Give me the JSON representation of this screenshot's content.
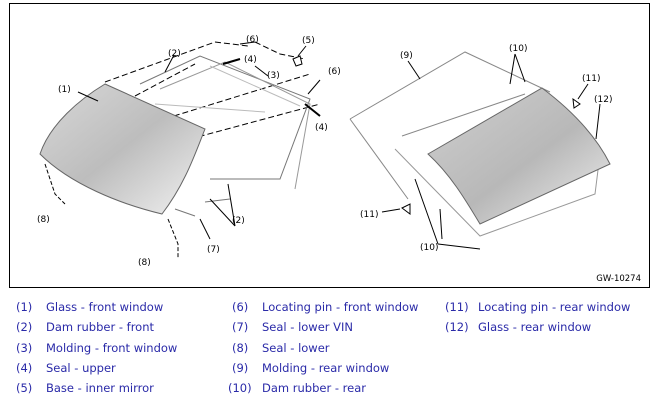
{
  "figure": {
    "code": "GW-10274",
    "callouts": {
      "front": [
        "(1)",
        "(2)",
        "(3)",
        "(4)",
        "(5)",
        "(6)",
        "(7)",
        "(8)"
      ],
      "rear": [
        "(9)",
        "(10)",
        "(11)",
        "(12)"
      ]
    }
  },
  "legend": [
    {
      "num": "(1)",
      "text": "Glass - front window"
    },
    {
      "num": "(2)",
      "text": "Dam rubber - front"
    },
    {
      "num": "(3)",
      "text": "Molding - front window"
    },
    {
      "num": "(4)",
      "text": "Seal - upper"
    },
    {
      "num": "(5)",
      "text": "Base - inner mirror"
    },
    {
      "num": "(6)",
      "text": "Locating pin - front window"
    },
    {
      "num": "(7)",
      "text": "Seal - lower VIN"
    },
    {
      "num": "(8)",
      "text": "Seal - lower"
    },
    {
      "num": "(9)",
      "text": "Molding - rear window"
    },
    {
      "num": "(10)",
      "text": "Dam rubber - rear"
    },
    {
      "num": "(11)",
      "text": "Locating pin - rear window"
    },
    {
      "num": "(12)",
      "text": "Glass - rear window"
    }
  ]
}
